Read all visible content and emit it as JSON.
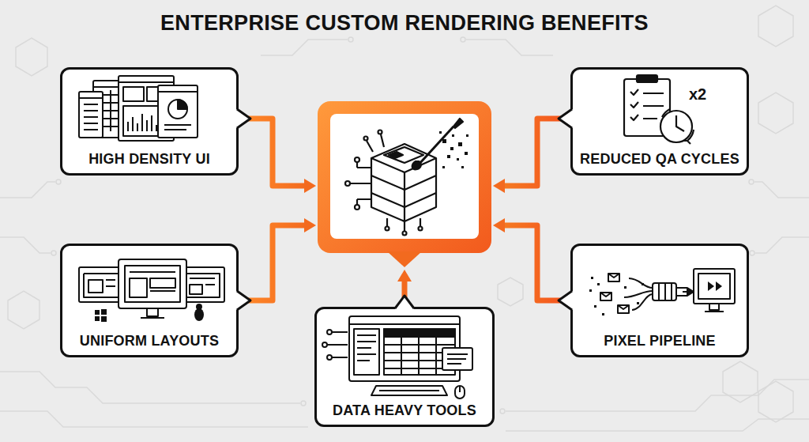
{
  "diagram": {
    "title": "ENTERPRISE CUSTOM RENDERING BENEFITS",
    "nodes": [
      {
        "text": [
          "HIGH DENSITY UI"
        ]
      },
      {
        "text": [
          "REDUCED QA CYCLES"
        ]
      },
      {
        "text": [
          "UNIFORM LAYOUTS"
        ]
      },
      {
        "text": [
          "PIXEL PIPELINE"
        ]
      },
      {
        "text": [
          "DATA HEAVY TOOLS"
        ]
      }
    ],
    "labels": [
      "x2"
    ]
  }
}
